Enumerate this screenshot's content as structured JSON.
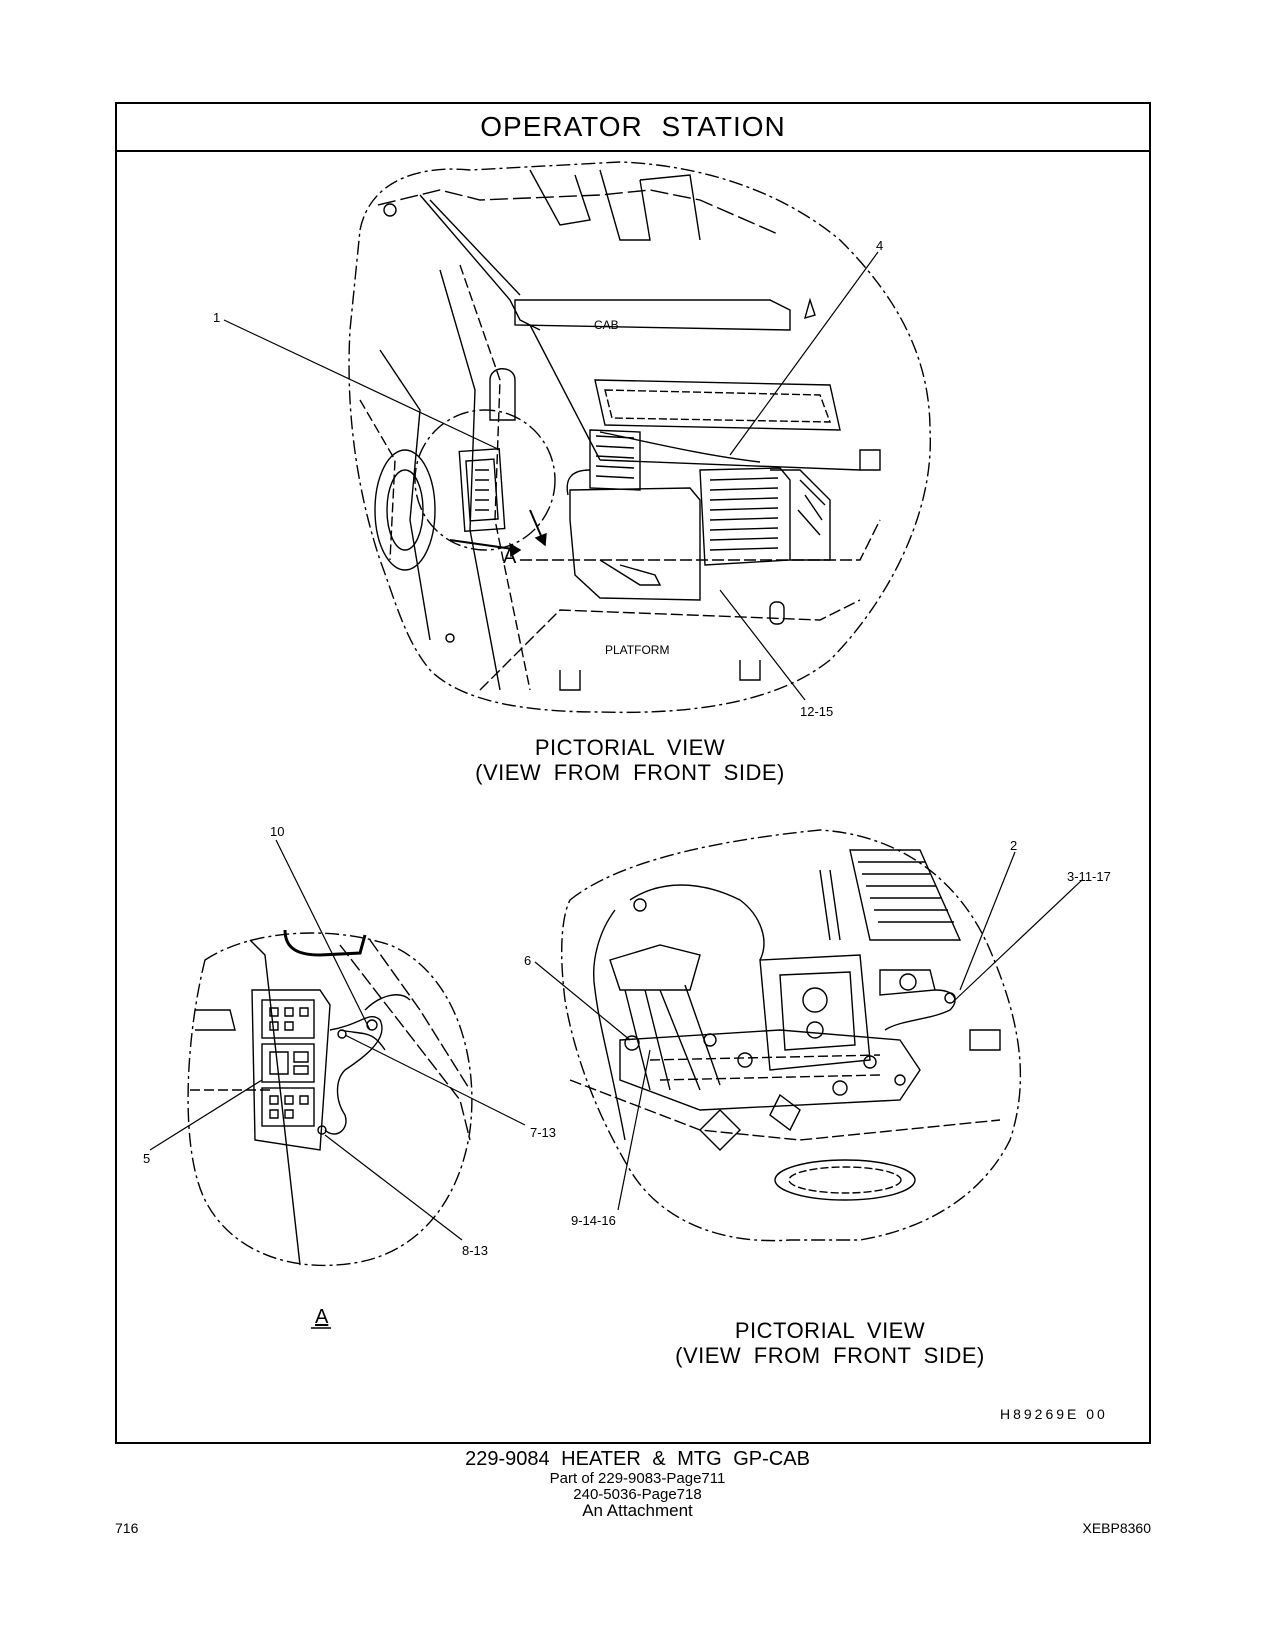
{
  "header": {
    "title": "OPERATOR STATION"
  },
  "view1": {
    "labels": {
      "cab": "CAB",
      "platform": "PLATFORM",
      "detail": "A"
    },
    "callouts": {
      "c1": "1",
      "c4": "4",
      "c12_15": "12-15"
    },
    "caption_line1": "PICTORIAL VIEW",
    "caption_line2": "(VIEW FROM FRONT SIDE)"
  },
  "view2": {
    "callouts": {
      "c10": "10",
      "c5": "5",
      "c7_13": "7-13",
      "c8_13": "8-13"
    },
    "detail_label": "A"
  },
  "view3": {
    "callouts": {
      "c2": "2",
      "c3_11_17": "3-11-17",
      "c6": "6",
      "c9_14_16": "9-14-16"
    },
    "caption_line1": "PICTORIAL VIEW",
    "caption_line2": "(VIEW FROM FRONT SIDE)"
  },
  "drawing_code": "H89269E 00",
  "footer": {
    "title": "229-9084 HEATER & MTG GP-CAB",
    "line1": "Part of 229-9083-Page711",
    "line2": "240-5036-Page718",
    "line3": "An Attachment"
  },
  "page": {
    "number": "716",
    "doc_id": "XEBP8360"
  }
}
